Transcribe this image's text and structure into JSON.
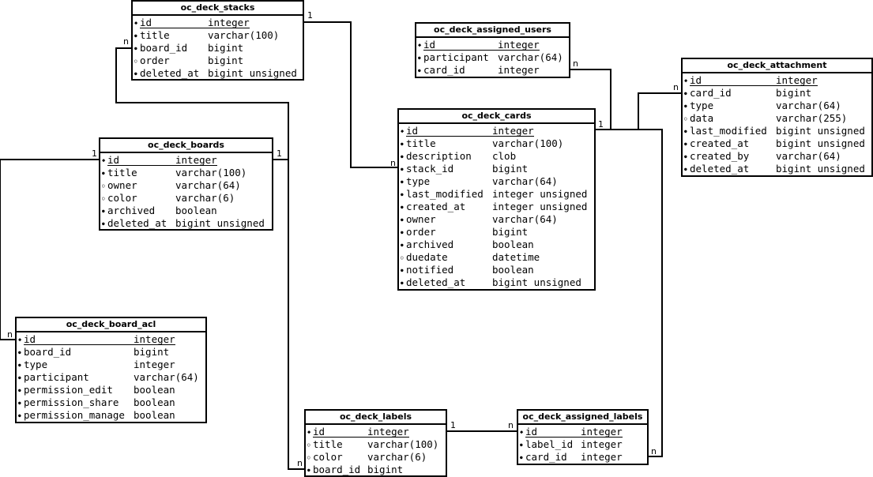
{
  "tables": [
    {
      "id": "stacks",
      "name": "oc_deck_stacks",
      "columns": [
        {
          "name": "id",
          "type": "integer",
          "marker": "pk"
        },
        {
          "name": "title",
          "type": "varchar(100)",
          "marker": "req"
        },
        {
          "name": "board_id",
          "type": "bigint",
          "marker": "req"
        },
        {
          "name": "order",
          "type": "bigint",
          "marker": "opt"
        },
        {
          "name": "deleted_at",
          "type": "bigint unsigned",
          "marker": "req"
        }
      ]
    },
    {
      "id": "assigned_users",
      "name": "oc_deck_assigned_users",
      "columns": [
        {
          "name": "id",
          "type": "integer",
          "marker": "pk"
        },
        {
          "name": "participant",
          "type": "varchar(64)",
          "marker": "req"
        },
        {
          "name": "card_id",
          "type": "integer",
          "marker": "req"
        }
      ]
    },
    {
      "id": "attachment",
      "name": "oc_deck_attachment",
      "columns": [
        {
          "name": "id",
          "type": "integer",
          "marker": "pk"
        },
        {
          "name": "card_id",
          "type": "bigint",
          "marker": "req"
        },
        {
          "name": "type",
          "type": "varchar(64)",
          "marker": "req"
        },
        {
          "name": "data",
          "type": "varchar(255)",
          "marker": "opt"
        },
        {
          "name": "last_modified",
          "type": "bigint unsigned",
          "marker": "req"
        },
        {
          "name": "created_at",
          "type": "bigint unsigned",
          "marker": "req"
        },
        {
          "name": "created_by",
          "type": "varchar(64)",
          "marker": "req"
        },
        {
          "name": "deleted_at",
          "type": "bigint unsigned",
          "marker": "req"
        }
      ]
    },
    {
      "id": "cards",
      "name": "oc_deck_cards",
      "columns": [
        {
          "name": "id",
          "type": "integer",
          "marker": "pk"
        },
        {
          "name": "title",
          "type": "varchar(100)",
          "marker": "req"
        },
        {
          "name": "description",
          "type": "clob",
          "marker": "req"
        },
        {
          "name": "stack_id",
          "type": "bigint",
          "marker": "req"
        },
        {
          "name": "type",
          "type": "varchar(64)",
          "marker": "req"
        },
        {
          "name": "last_modified",
          "type": "integer unsigned",
          "marker": "req"
        },
        {
          "name": "created_at",
          "type": "integer unsigned",
          "marker": "req"
        },
        {
          "name": "owner",
          "type": "varchar(64)",
          "marker": "req"
        },
        {
          "name": "order",
          "type": "bigint",
          "marker": "req"
        },
        {
          "name": "archived",
          "type": "boolean",
          "marker": "req"
        },
        {
          "name": "duedate",
          "type": "datetime",
          "marker": "opt"
        },
        {
          "name": "notified",
          "type": "boolean",
          "marker": "req"
        },
        {
          "name": "deleted_at",
          "type": "bigint unsigned",
          "marker": "req"
        }
      ]
    },
    {
      "id": "boards",
      "name": "oc_deck_boards",
      "columns": [
        {
          "name": "id",
          "type": "integer",
          "marker": "pk"
        },
        {
          "name": "title",
          "type": "varchar(100)",
          "marker": "req"
        },
        {
          "name": "owner",
          "type": "varchar(64)",
          "marker": "opt"
        },
        {
          "name": "color",
          "type": "varchar(6)",
          "marker": "opt"
        },
        {
          "name": "archived",
          "type": "boolean",
          "marker": "req"
        },
        {
          "name": "deleted_at",
          "type": "bigint unsigned",
          "marker": "req"
        }
      ]
    },
    {
      "id": "board_acl",
      "name": "oc_deck_board_acl",
      "columns": [
        {
          "name": "id",
          "type": "integer",
          "marker": "pk"
        },
        {
          "name": "board_id",
          "type": "bigint",
          "marker": "req"
        },
        {
          "name": "type",
          "type": "integer",
          "marker": "req"
        },
        {
          "name": "participant",
          "type": "varchar(64)",
          "marker": "req"
        },
        {
          "name": "permission_edit",
          "type": "boolean",
          "marker": "req"
        },
        {
          "name": "permission_share",
          "type": "boolean",
          "marker": "req"
        },
        {
          "name": "permission_manage",
          "type": "boolean",
          "marker": "req"
        }
      ]
    },
    {
      "id": "labels",
      "name": "oc_deck_labels",
      "columns": [
        {
          "name": "id",
          "type": "integer",
          "marker": "pk"
        },
        {
          "name": "title",
          "type": "varchar(100)",
          "marker": "opt"
        },
        {
          "name": "color",
          "type": "varchar(6)",
          "marker": "opt"
        },
        {
          "name": "board_id",
          "type": "bigint",
          "marker": "req"
        }
      ]
    },
    {
      "id": "assigned_labels",
      "name": "oc_deck_assigned_labels",
      "columns": [
        {
          "name": "id",
          "type": "integer",
          "marker": "pk"
        },
        {
          "name": "label_id",
          "type": "integer",
          "marker": "req"
        },
        {
          "name": "card_id",
          "type": "integer",
          "marker": "req"
        }
      ]
    }
  ],
  "relationships": [
    {
      "from": "stacks",
      "to": "cards",
      "from_card": "1",
      "to_card": "n"
    },
    {
      "from": "boards",
      "to": "stacks",
      "from_card": "1",
      "to_card": "n"
    },
    {
      "from": "cards",
      "to": "assigned_users",
      "from_card": "1",
      "to_card": "n"
    },
    {
      "from": "cards",
      "to": "attachment",
      "from_card": "1",
      "to_card": "n"
    },
    {
      "from": "boards",
      "to": "board_acl",
      "from_card": "1",
      "to_card": "n"
    },
    {
      "from": "boards",
      "to": "labels",
      "from_card": "1",
      "to_card": "n"
    },
    {
      "from": "labels",
      "to": "assigned_labels",
      "from_card": "1",
      "to_card": "n"
    },
    {
      "from": "cards",
      "to": "assigned_labels",
      "from_card": "1",
      "to_card": "n"
    }
  ]
}
